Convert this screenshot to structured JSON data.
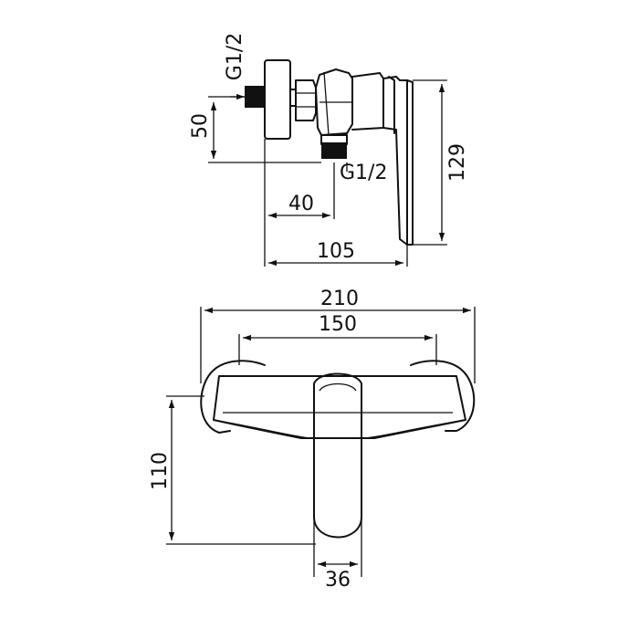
{
  "labels": {
    "thread_top": "G1/2",
    "thread_bottom": "G1/2",
    "dim_50": "50",
    "dim_40": "40",
    "dim_105": "105",
    "dim_129": "129",
    "dim_210": "210",
    "dim_150": "150",
    "dim_110": "110",
    "dim_36": "36"
  }
}
